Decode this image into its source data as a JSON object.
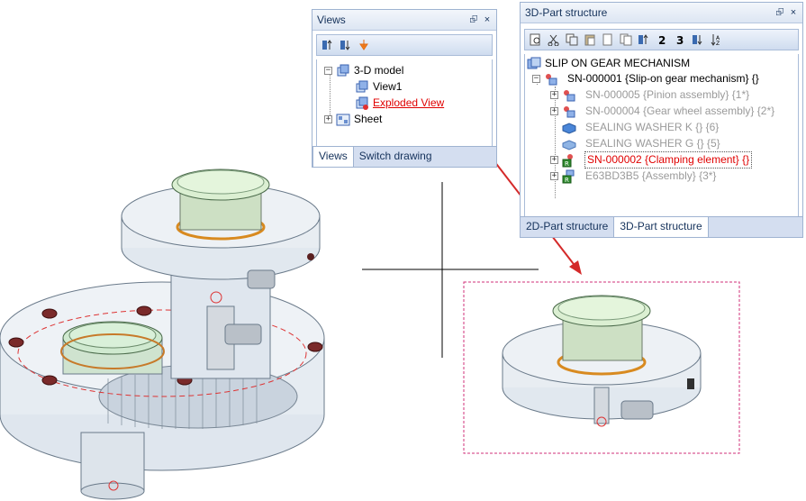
{
  "views_panel": {
    "title": "Views",
    "pin": "⮺",
    "close": "×",
    "tree": [
      {
        "label": "3-D model"
      },
      {
        "label": "View1"
      },
      {
        "label": "Exploded View"
      },
      {
        "label": "Sheet"
      }
    ],
    "tabs": [
      "Views",
      "Switch drawing"
    ]
  },
  "part_panel": {
    "title": "3D-Part structure",
    "pin": "⮺",
    "close": "×",
    "root": "SLIP ON GEAR MECHANISM",
    "tree": [
      {
        "label": "SN-000001 {Slip-on gear mechanism} {}"
      },
      {
        "label": "SN-000005 {Pinion assembly} {1*}"
      },
      {
        "label": "SN-000004 {Gear wheel assembly} {2*}"
      },
      {
        "label": "SEALING WASHER K {} {6}"
      },
      {
        "label": "SEALING WASHER G {} {5}"
      },
      {
        "label": "SN-000002 {Clamping element} {}"
      },
      {
        "label": "E63BD3B5 {Assembly} {3*}"
      }
    ],
    "tabs": [
      "2D-Part structure",
      "3D-Part structure"
    ]
  },
  "colors": {
    "accent_red": "#e00000",
    "panel_border": "#9fb3d1",
    "selection_frame": "#d0307a"
  }
}
